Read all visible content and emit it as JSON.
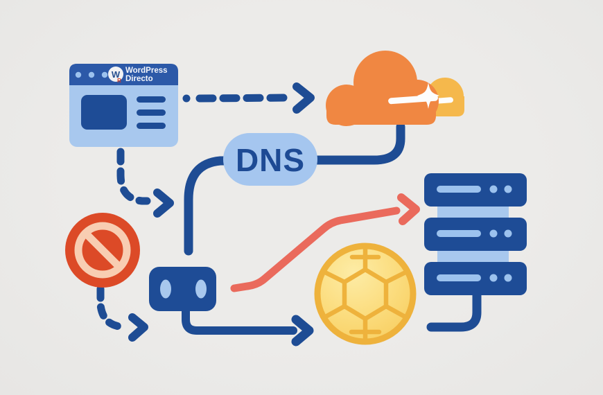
{
  "palette": {
    "background": "#eae9e7",
    "dark_blue": "#1e4c94",
    "titlebar_blue": "#2c59a8",
    "light_blue": "#a8c8ee",
    "detail_blue": "#9cc2ee",
    "orange": "#f08742",
    "amber": "#f5b84c",
    "red": "#dc4a27",
    "peach": "#f8cdb2",
    "salmon": "#ea6a5c",
    "ball_fill": "#fbdc7d",
    "ball_line": "#eeb23c",
    "white_gap": "#fdfdfd"
  },
  "browser": {
    "logo_mark": "W",
    "logo_accent": "R",
    "logo_line1": "WordPress",
    "logo_line2": "Directo"
  },
  "dns_badge": {
    "label": "DNS"
  },
  "icons": {
    "browser": "browser-window-icon",
    "cloud": "cloudflare-cloud-icon",
    "dns": "dns-badge",
    "blocked": "no-entry-icon",
    "plug": "connector-plug-icon",
    "ball": "football-icon",
    "server": "server-stack-icon"
  },
  "flows": [
    {
      "from": "browser-window",
      "to": "cloudflare-cloud",
      "style": "dashed-arrow",
      "color": "dark_blue"
    },
    {
      "from": "browser-window",
      "to": "dns-route-line",
      "style": "dashed-arrow",
      "color": "dark_blue"
    },
    {
      "from": "dns-badge",
      "to": "cloudflare-cloud",
      "style": "solid-line",
      "color": "dark_blue"
    },
    {
      "from": "dns-badge",
      "to": "connector-plug",
      "style": "solid-line",
      "color": "dark_blue"
    },
    {
      "from": "no-entry-sign",
      "to": "connector-plug",
      "style": "dashed-arrow",
      "color": "dark_blue"
    },
    {
      "from": "connector-plug",
      "to": "server-stack",
      "style": "solid-arrow",
      "color": "salmon"
    },
    {
      "from": "connector-plug",
      "to": "football",
      "style": "solid-arrow",
      "color": "dark_blue"
    },
    {
      "from": "server-stack",
      "to": "down-left",
      "style": "solid-line",
      "color": "dark_blue"
    }
  ]
}
